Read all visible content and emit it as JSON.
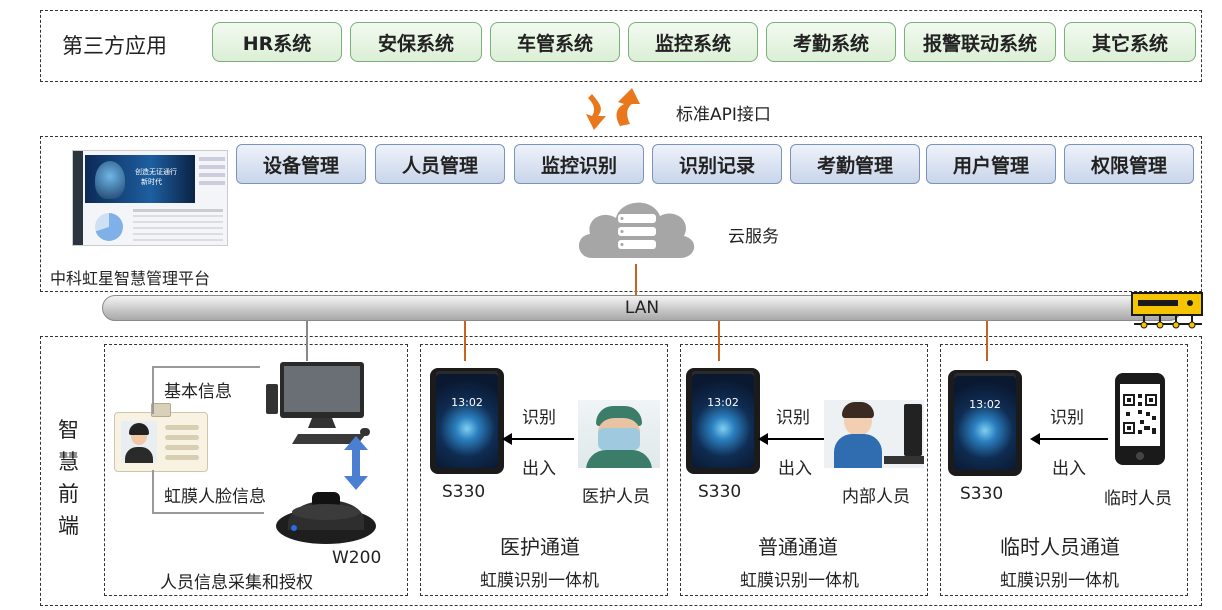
{
  "third_party": {
    "title": "第三方应用",
    "apps": [
      "HR系统",
      "安保系统",
      "车管系统",
      "监控系统",
      "考勤系统",
      "报警联动系统",
      "其它系统"
    ]
  },
  "api": {
    "label": "标准API接口"
  },
  "platform": {
    "name": "中科虹星智慧管理平台",
    "modules": [
      "设备管理",
      "人员管理",
      "监控识别",
      "识别记录",
      "考勤管理",
      "用户管理",
      "权限管理"
    ],
    "cloud_label": "云服务",
    "screen_banner_line1": "创造无证通行",
    "screen_banner_line2": "新时代"
  },
  "lan": {
    "label": "LAN"
  },
  "frontend": {
    "title_chars": [
      "智",
      "慧",
      "前",
      "端"
    ],
    "enroll": {
      "basic_info": "基本信息",
      "iris_face_info": "虹膜人脸信息",
      "device_label": "W200",
      "caption": "人员信息采集和授权"
    },
    "channels": [
      {
        "device": "S330",
        "time": "13:02",
        "recognize": "识别",
        "exit": "出入",
        "person": "医护人员",
        "name": "医护通道",
        "sub": "虹膜识别一体机"
      },
      {
        "device": "S330",
        "time": "13:02",
        "recognize": "识别",
        "exit": "出入",
        "person": "内部人员",
        "name": "普通通道",
        "sub": "虹膜识别一体机"
      },
      {
        "device": "S330",
        "time": "13:02",
        "recognize": "识别",
        "exit": "出入",
        "person": "临时人员",
        "name": "临时人员通道",
        "sub": "虹膜识别一体机"
      }
    ]
  },
  "colors": {
    "accent_orange": "#e9781d",
    "link_line": "#c8641e",
    "green_border": "#7ab07a",
    "blue_border": "#7c93b8"
  }
}
